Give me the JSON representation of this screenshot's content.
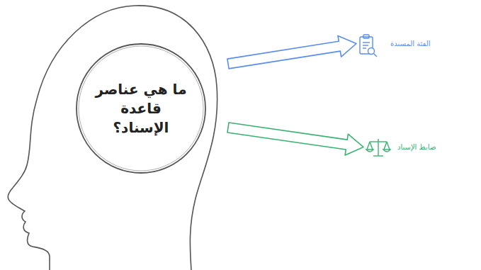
{
  "diagram": {
    "nodes": [
      {
        "text": [
          "ما هي عناصر قاعدة الإسناد؟"
        ]
      },
      {
        "text": [
          "الفئة المسندة"
        ]
      },
      {
        "text": [
          "ضابط الإسناد"
        ]
      }
    ],
    "edges": [
      {
        "from": 0,
        "to": 1,
        "arrow": "to"
      },
      {
        "from": 0,
        "to": 2,
        "arrow": "to"
      }
    ]
  }
}
